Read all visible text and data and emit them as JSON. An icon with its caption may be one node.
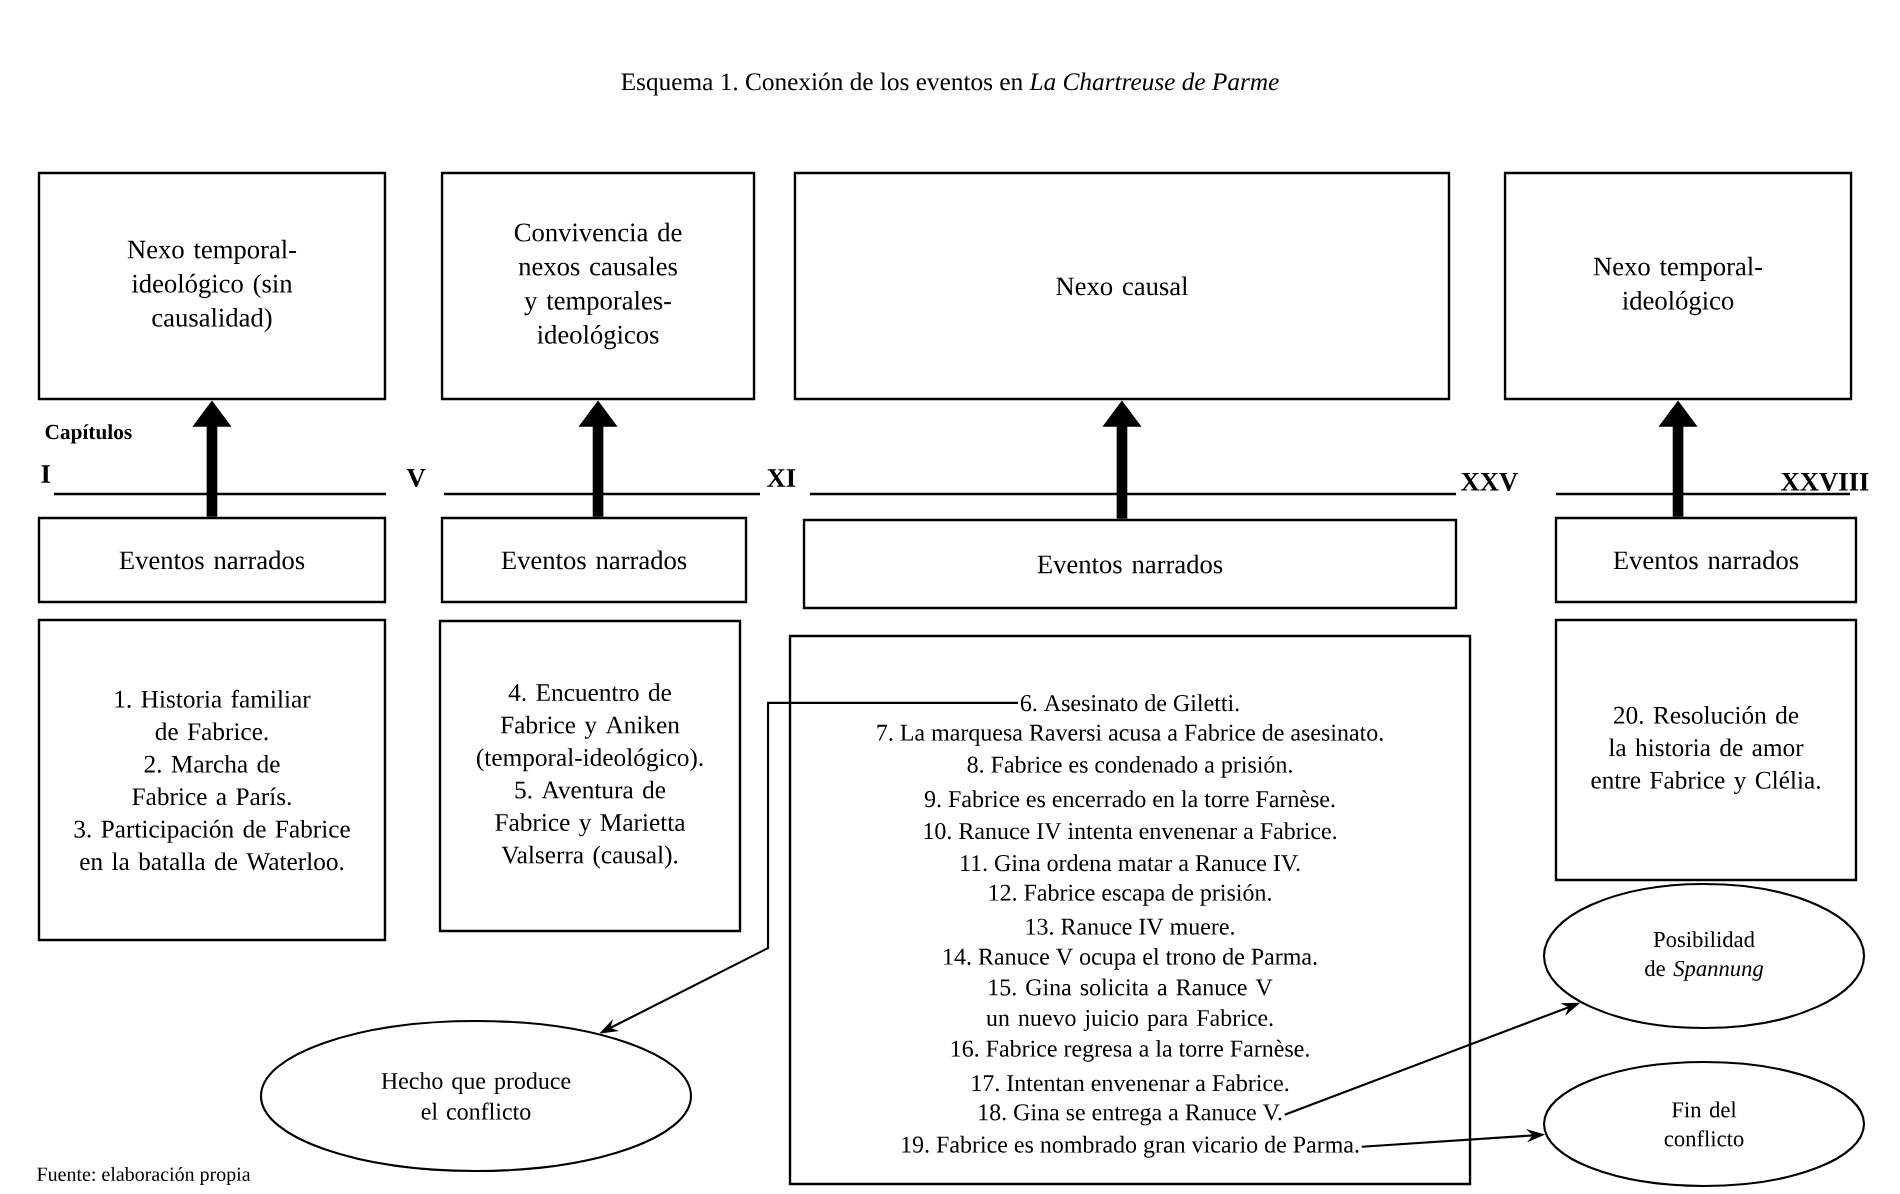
{
  "diagram": {
    "title": "Esquema 1. Conexión de los eventos en *La Chartreuse de Parme*",
    "nodes": [
      {
        "text": [
          "Nexo temporal-ideológico (sin causalidad)"
        ]
      },
      {
        "text": [
          "Convivencia de nexos causales y temporales-ideológicos"
        ]
      },
      {
        "text": [
          "Nexo causal"
        ]
      },
      {
        "text": [
          "Nexo temporal-ideológico"
        ]
      },
      {
        "text": [
          "Eventos narrados"
        ]
      },
      {
        "text": [
          "Eventos narrados"
        ]
      },
      {
        "text": [
          "Eventos narrados"
        ]
      },
      {
        "text": [
          "Eventos narrados"
        ]
      },
      {
        "text": [
          "1. Historia familiar de Fabrice.",
          "2. Marcha de Fabrice a París.",
          "3. Participación de Fabrice en la batalla de Waterloo."
        ]
      },
      {
        "text": [
          "4. Encuentro de Fabrice y Aniken (temporal-ideológico).",
          "5. Aventura de Fabrice y Marietta Valserra (causal)."
        ]
      },
      {
        "text": [],
        "shape": "box"
      },
      {
        "text": [
          "6. Asesinato de Giletti."
        ],
        "in": 10
      },
      {
        "text": [
          "7. La marquesa Raversi acusa a Fabrice de asesinato."
        ],
        "in": 10
      },
      {
        "text": [
          "8. Fabrice es condenado a prisión."
        ],
        "in": 10
      },
      {
        "text": [
          "9. Fabrice es encerrado en la torre Farnèse."
        ],
        "in": 10
      },
      {
        "text": [
          "10. Ranuce IV intenta envenenar a Fabrice."
        ],
        "in": 10
      },
      {
        "text": [
          "11. Gina ordena matar a Ranuce IV."
        ],
        "in": 10
      },
      {
        "text": [
          "12. Fabrice escapa de prisión."
        ],
        "in": 10
      },
      {
        "text": [
          "13. Ranuce IV muere."
        ],
        "in": 10
      },
      {
        "text": [
          "14. Ranuce V ocupa el trono de Parma."
        ],
        "in": 10
      },
      {
        "text": [
          "15. Gina solicita a Ranuce V un nuevo juicio para Fabrice."
        ],
        "in": 10
      },
      {
        "text": [
          "16. Fabrice regresa a la torre Farnèse."
        ],
        "in": 10
      },
      {
        "text": [
          "17. Intentan envenenar a Fabrice."
        ],
        "in": 10
      },
      {
        "text": [
          "18. Gina se entrega a Ranuce V."
        ],
        "in": 10
      },
      {
        "text": [
          "19. Fabrice es nombrado gran vicario de Parma."
        ],
        "in": 10
      },
      {
        "text": [
          "20. Resolución de la historia de amor entre Fabrice y Clélia."
        ]
      },
      {
        "text": [
          "Hecho que produce el conflicto"
        ]
      },
      {
        "text": [
          "Posibilidad de *Spannung*"
        ]
      },
      {
        "text": [
          "Fin del conflicto"
        ]
      }
    ],
    "edges": [
      {
        "from": 4,
        "to": 0,
        "arrow": "to"
      },
      {
        "from": 5,
        "to": 1,
        "arrow": "to"
      },
      {
        "from": 6,
        "to": 2,
        "arrow": "to"
      },
      {
        "from": 7,
        "to": 3,
        "arrow": "to"
      },
      {
        "from": 11,
        "to": 26,
        "arrow": "to"
      },
      {
        "from": 23,
        "to": 27,
        "arrow": "to"
      },
      {
        "from": 24,
        "to": 28,
        "arrow": "to"
      }
    ],
    "labels": [
      "Capítulos",
      "I",
      "V",
      "XI",
      "XXV",
      "XXVIII",
      "Fuente: elaboración propia"
    ]
  }
}
